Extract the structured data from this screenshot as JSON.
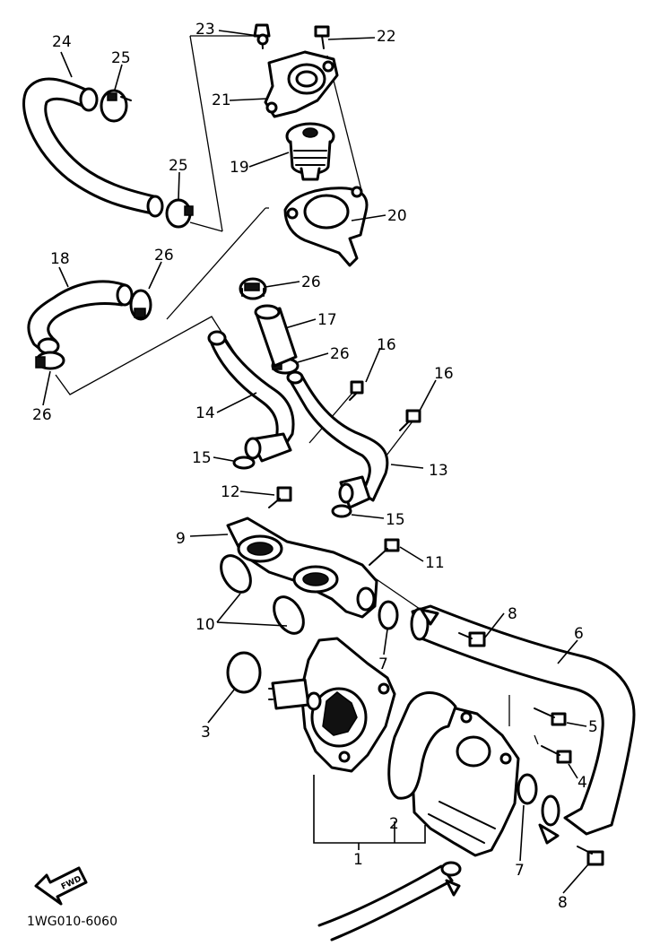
{
  "diagram_code": "1WG010-6060",
  "fwd_label": "FWD",
  "callouts": {
    "c1": "1",
    "c2": "2",
    "c3": "3",
    "c4": "4",
    "c5": "5",
    "c6": "6",
    "c7a": "7",
    "c7b": "7",
    "c8a": "8",
    "c8b": "8",
    "c9": "9",
    "c10": "10",
    "c11": "11",
    "c12": "12",
    "c13": "13",
    "c14": "14",
    "c15a": "15",
    "c15b": "15",
    "c16a": "16",
    "c16b": "16",
    "c17": "17",
    "c18": "18",
    "c19": "19",
    "c20": "20",
    "c21": "21",
    "c22": "22",
    "c23": "23",
    "c24": "24",
    "c25a": "25",
    "c25b": "25",
    "c26a": "26",
    "c26b": "26",
    "c26c": "26",
    "c26d": "26"
  }
}
